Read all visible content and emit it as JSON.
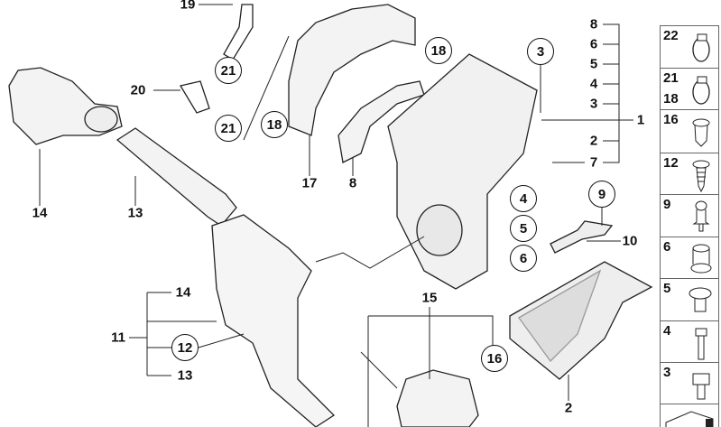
{
  "callouts": {
    "c19": "19",
    "c20": "20",
    "c21a": "21",
    "c21b": "21",
    "c18a": "18",
    "c18b": "18",
    "c17": "17",
    "c8": "8",
    "c14a": "14",
    "c13a": "13",
    "c3": "3",
    "r8": "8",
    "r6": "6",
    "r5": "5",
    "r4": "4",
    "r3": "3",
    "r1": "1",
    "r2": "2",
    "r7": "7",
    "c4": "4",
    "c5": "5",
    "c6": "6",
    "c9": "9",
    "c10": "10",
    "c15": "15",
    "c16": "16",
    "c2": "2",
    "c14b": "14",
    "c11": "11",
    "c12": "12",
    "c13b": "13"
  },
  "sidebar": [
    {
      "labels": [
        "22"
      ]
    },
    {
      "labels": [
        "21",
        "18"
      ]
    },
    {
      "labels": [
        "16"
      ]
    },
    {
      "labels": [
        "12"
      ]
    },
    {
      "labels": [
        "9"
      ]
    },
    {
      "labels": [
        "6"
      ]
    },
    {
      "labels": [
        "5"
      ]
    },
    {
      "labels": [
        "4"
      ]
    },
    {
      "labels": [
        "3"
      ]
    }
  ]
}
